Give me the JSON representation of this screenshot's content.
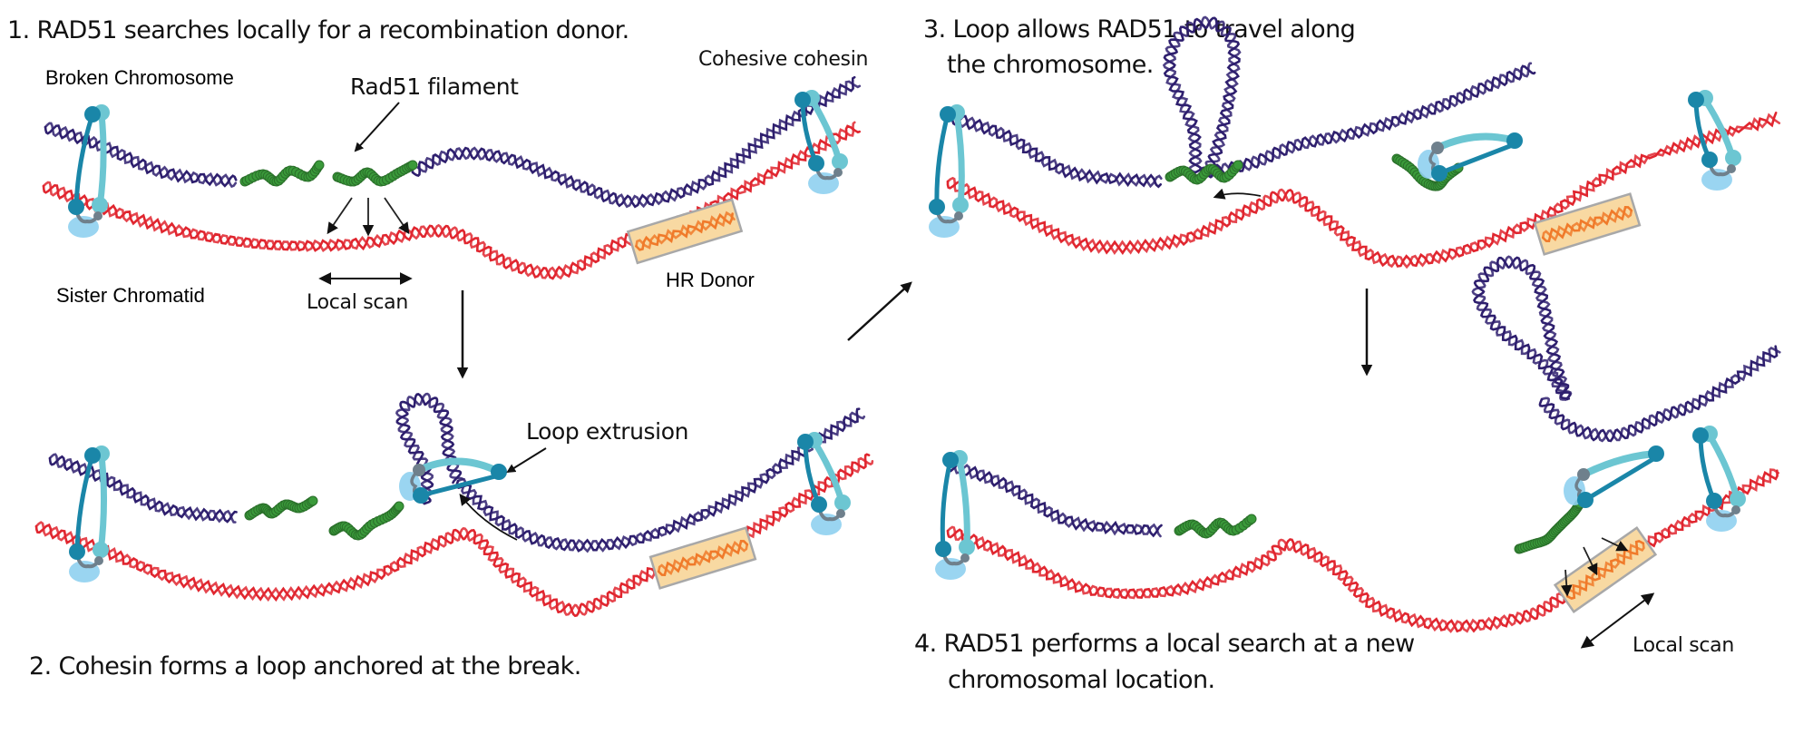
{
  "colors": {
    "broken_chromosome": "#2e1f6e",
    "sister_chromatid": "#e0262f",
    "rad51": "#3a9a3a",
    "rad51_stroke": "#2a6f2a",
    "cohesin_dark": "#1a86a8",
    "cohesin_light": "#6cc6d2",
    "cohesin_base": "#8fd0ef",
    "cohesin_hinge": "#6f808c",
    "hr_donor_fill": "#f8d9a2",
    "hr_donor_stroke": "#a8a8a8",
    "hr_donor_dna": "#f07a2a",
    "label_broken": "#2b7bbd",
    "label_sister": "#cf3236",
    "label_hr": "#ee8a2a",
    "arrow": "#111111"
  },
  "panels": [
    {
      "id": 1,
      "title_line1": "1. RAD51 searches locally for a recombination donor.",
      "title_line2": "",
      "labels": {
        "broken_chromosome": "Broken Chromosome",
        "sister_chromatid": "Sister Chromatid",
        "rad51_filament": "Rad51 filament",
        "cohesive_cohesin": "Cohesive cohesin",
        "hr_donor": "HR Donor",
        "local_scan": "Local scan"
      }
    },
    {
      "id": 2,
      "title_line1": "2. Cohesin forms a loop anchored at the break.",
      "title_line2": "",
      "labels": {
        "loop_extrusion": "Loop extrusion"
      }
    },
    {
      "id": 3,
      "title_line1": "3. Loop allows RAD51 to travel along",
      "title_line2": "the chromosome.",
      "labels": {}
    },
    {
      "id": 4,
      "title_line1": "4. RAD51 performs a local search at a new",
      "title_line2": "chromosomal location.",
      "labels": {
        "local_scan": "Local scan"
      }
    }
  ],
  "flow": [
    "panel-1 → panel-2 (down)",
    "panel-2 → panel-3 (diagonal up)",
    "panel-3 → panel-4 (down)"
  ]
}
